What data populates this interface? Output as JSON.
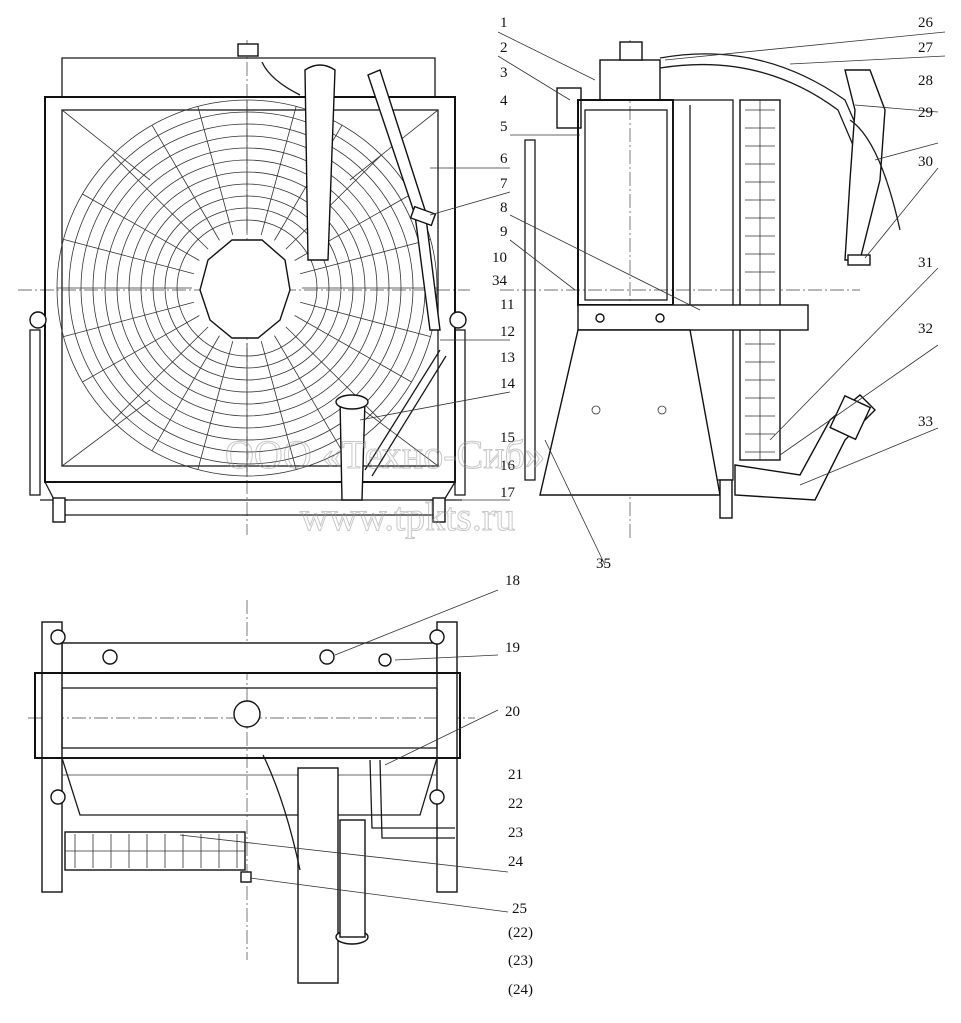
{
  "callouts": {
    "c1": "1",
    "c2": "2",
    "c3": "3",
    "c4": "4",
    "c5": "5",
    "c6": "6",
    "c7": "7",
    "c8": "8",
    "c9": "9",
    "c10": "10",
    "c34": "34",
    "c11": "11",
    "c12": "12",
    "c13": "13",
    "c14": "14",
    "c15": "15",
    "c16": "16",
    "c17": "17",
    "c35": "35",
    "c18": "18",
    "c19": "19",
    "c20": "20",
    "c21": "21",
    "c22": "22",
    "c23": "23",
    "c24": "24",
    "c25": "25",
    "c22b": "(22)",
    "c23b": "(23)",
    "c24b": "(24)",
    "c26": "26",
    "c27": "27",
    "c28": "28",
    "c29": "29",
    "c30": "30",
    "c31": "31",
    "c32": "32",
    "c33": "33"
  },
  "watermark": {
    "line1": "ООО «Техно-Сиб»",
    "line2": "www.tpkts.ru"
  }
}
